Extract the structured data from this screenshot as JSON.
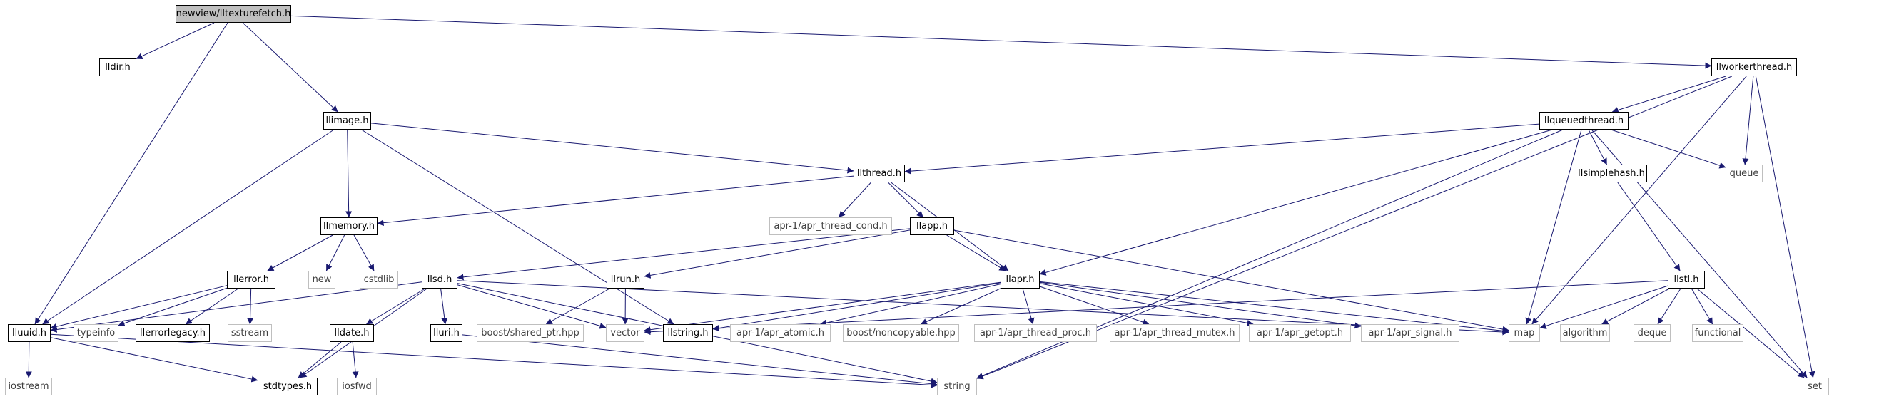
{
  "nodes": {
    "lltexturefetch": {
      "label": "newview/lltexturefetch.h",
      "kind": "main"
    },
    "lldir": {
      "label": "lldir.h",
      "kind": "doc"
    },
    "llimage": {
      "label": "llimage.h",
      "kind": "doc"
    },
    "llworkerthread": {
      "label": "llworkerthread.h",
      "kind": "doc"
    },
    "llqueuedthread": {
      "label": "llqueuedthread.h",
      "kind": "doc"
    },
    "llthread": {
      "label": "llthread.h",
      "kind": "doc"
    },
    "llsimplehash": {
      "label": "llsimplehash.h",
      "kind": "doc"
    },
    "queue": {
      "label": "queue",
      "kind": "sys"
    },
    "llmemory": {
      "label": "llmemory.h",
      "kind": "doc"
    },
    "apr_thread_cond": {
      "label": "apr-1/apr_thread_cond.h",
      "kind": "sys"
    },
    "llapp": {
      "label": "llapp.h",
      "kind": "doc"
    },
    "llerror": {
      "label": "llerror.h",
      "kind": "doc"
    },
    "new": {
      "label": "new",
      "kind": "sys"
    },
    "cstdlib": {
      "label": "cstdlib",
      "kind": "sys"
    },
    "llsd": {
      "label": "llsd.h",
      "kind": "doc"
    },
    "llrun": {
      "label": "llrun.h",
      "kind": "doc"
    },
    "llapr": {
      "label": "llapr.h",
      "kind": "doc"
    },
    "llstl": {
      "label": "llstl.h",
      "kind": "doc"
    },
    "lluuid": {
      "label": "lluuid.h",
      "kind": "doc"
    },
    "typeinfo": {
      "label": "typeinfo",
      "kind": "sys"
    },
    "llerrorlegacy": {
      "label": "llerrorlegacy.h",
      "kind": "doc"
    },
    "sstream": {
      "label": "sstream",
      "kind": "sys"
    },
    "lldate": {
      "label": "lldate.h",
      "kind": "doc"
    },
    "lluri": {
      "label": "lluri.h",
      "kind": "doc"
    },
    "shared_ptr": {
      "label": "boost/shared_ptr.hpp",
      "kind": "sys"
    },
    "vector": {
      "label": "vector",
      "kind": "sys"
    },
    "llstring": {
      "label": "llstring.h",
      "kind": "doc"
    },
    "apr_atomic": {
      "label": "apr-1/apr_atomic.h",
      "kind": "sys"
    },
    "noncopyable": {
      "label": "boost/noncopyable.hpp",
      "kind": "sys"
    },
    "apr_thread_proc": {
      "label": "apr-1/apr_thread_proc.h",
      "kind": "sys"
    },
    "apr_thread_mutex": {
      "label": "apr-1/apr_thread_mutex.h",
      "kind": "sys"
    },
    "apr_getopt": {
      "label": "apr-1/apr_getopt.h",
      "kind": "sys"
    },
    "apr_signal": {
      "label": "apr-1/apr_signal.h",
      "kind": "sys"
    },
    "map": {
      "label": "map",
      "kind": "sys"
    },
    "algorithm": {
      "label": "algorithm",
      "kind": "sys"
    },
    "deque": {
      "label": "deque",
      "kind": "sys"
    },
    "functional": {
      "label": "functional",
      "kind": "sys"
    },
    "iostream": {
      "label": "iostream",
      "kind": "sys"
    },
    "stdtypes": {
      "label": "stdtypes.h",
      "kind": "doc"
    },
    "iosfwd": {
      "label": "iosfwd",
      "kind": "sys"
    },
    "string": {
      "label": "string",
      "kind": "sys"
    },
    "set": {
      "label": "set",
      "kind": "sys"
    }
  },
  "edges": [
    [
      "lltexturefetch",
      "lldir"
    ],
    [
      "lltexturefetch",
      "llimage"
    ],
    [
      "lltexturefetch",
      "lluuid"
    ],
    [
      "lltexturefetch",
      "llworkerthread"
    ],
    [
      "llimage",
      "llthread"
    ],
    [
      "llimage",
      "llmemory"
    ],
    [
      "llimage",
      "lluuid"
    ],
    [
      "llimage",
      "llstring"
    ],
    [
      "llworkerthread",
      "llqueuedthread"
    ],
    [
      "llworkerthread",
      "queue"
    ],
    [
      "llworkerthread",
      "map"
    ],
    [
      "llworkerthread",
      "string"
    ],
    [
      "llworkerthread",
      "set"
    ],
    [
      "llqueuedthread",
      "llthread"
    ],
    [
      "llqueuedthread",
      "llsimplehash"
    ],
    [
      "llqueuedthread",
      "queue"
    ],
    [
      "llqueuedthread",
      "llapr"
    ],
    [
      "llqueuedthread",
      "map"
    ],
    [
      "llqueuedthread",
      "string"
    ],
    [
      "llqueuedthread",
      "set"
    ],
    [
      "llthread",
      "llmemory"
    ],
    [
      "llthread",
      "apr_thread_cond"
    ],
    [
      "llthread",
      "llapp"
    ],
    [
      "llthread",
      "llapr"
    ],
    [
      "llsimplehash",
      "llstl"
    ],
    [
      "llmemory",
      "llerror"
    ],
    [
      "llmemory",
      "new"
    ],
    [
      "llmemory",
      "cstdlib"
    ],
    [
      "llapp",
      "llsd"
    ],
    [
      "llapp",
      "llrun"
    ],
    [
      "llapp",
      "llapr"
    ],
    [
      "llapp",
      "map"
    ],
    [
      "llerror",
      "lluuid"
    ],
    [
      "llerror",
      "typeinfo"
    ],
    [
      "llerror",
      "llerrorlegacy"
    ],
    [
      "llerror",
      "sstream"
    ],
    [
      "llsd",
      "lluuid"
    ],
    [
      "llsd",
      "lldate"
    ],
    [
      "llsd",
      "lluri"
    ],
    [
      "llsd",
      "stdtypes"
    ],
    [
      "llsd",
      "vector"
    ],
    [
      "llsd",
      "map"
    ],
    [
      "llsd",
      "string"
    ],
    [
      "llrun",
      "shared_ptr"
    ],
    [
      "llrun",
      "vector"
    ],
    [
      "llapr",
      "llstring"
    ],
    [
      "llapr",
      "apr_atomic"
    ],
    [
      "llapr",
      "noncopyable"
    ],
    [
      "llapr",
      "apr_thread_proc"
    ],
    [
      "llapr",
      "apr_thread_mutex"
    ],
    [
      "llapr",
      "apr_getopt"
    ],
    [
      "llapr",
      "apr_signal"
    ],
    [
      "llapr",
      "map"
    ],
    [
      "llapr",
      "vector"
    ],
    [
      "llstl",
      "map"
    ],
    [
      "llstl",
      "algorithm"
    ],
    [
      "llstl",
      "deque"
    ],
    [
      "llstl",
      "functional"
    ],
    [
      "llstl",
      "set"
    ],
    [
      "llstl",
      "vector"
    ],
    [
      "lluuid",
      "iostream"
    ],
    [
      "lluuid",
      "stdtypes"
    ],
    [
      "lluuid",
      "string"
    ],
    [
      "lldate",
      "stdtypes"
    ],
    [
      "lldate",
      "iosfwd"
    ],
    [
      "lluri",
      "string"
    ]
  ],
  "colors": {
    "edge": "#191970",
    "main_fill": "#bfbfbf",
    "sys_border": "#bfbfbf",
    "text": "#000000"
  }
}
